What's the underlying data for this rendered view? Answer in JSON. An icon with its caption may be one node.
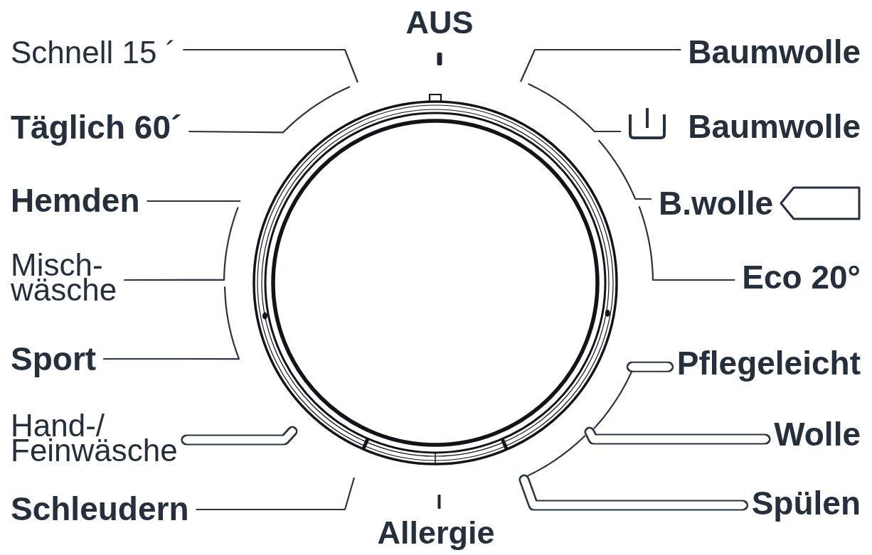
{
  "diagram": {
    "nodes": [
      {
        "text": [
          "Schnell 15 ´"
        ]
      },
      {
        "text": [
          "Täglich 60´"
        ]
      },
      {
        "text": [
          "Hemden"
        ]
      },
      {
        "text": [
          "Misch- wäsche"
        ]
      },
      {
        "text": [
          "Sport"
        ]
      },
      {
        "text": [
          "Hand-/ Feinwäsche"
        ]
      },
      {
        "text": [
          "Schleudern"
        ]
      },
      {
        "text": [
          "Baumwolle"
        ]
      },
      {
        "text": [
          "Baumwolle"
        ]
      },
      {
        "text": [
          "B.wolle"
        ]
      },
      {
        "text": [
          "Eco 20°"
        ]
      },
      {
        "text": [
          "Pflegeleicht"
        ]
      },
      {
        "text": [
          "Wolle"
        ]
      },
      {
        "text": [
          "Spülen"
        ]
      },
      {
        "text": [],
        "shape": "arc"
      },
      {
        "text": [],
        "shape": "arc"
      }
    ],
    "edges": [
      {
        "from": 0,
        "to": null,
        "arrow": "none"
      },
      {
        "from": 1,
        "to": null,
        "arrow": "none"
      },
      {
        "from": 2,
        "to": null,
        "arrow": "none"
      },
      {
        "from": 3,
        "to": null,
        "arrow": "none"
      },
      {
        "from": 4,
        "to": null,
        "arrow": "none"
      },
      {
        "from": 5,
        "to": null,
        "arrow": "none",
        "style": "thick"
      },
      {
        "from": 6,
        "to": null,
        "arrow": "none"
      },
      {
        "from": 7,
        "to": null,
        "arrow": "none"
      },
      {
        "from": 8,
        "to": null,
        "arrow": "none"
      },
      {
        "from": 9,
        "to": null,
        "arrow": "none"
      },
      {
        "from": 10,
        "to": null,
        "arrow": "none"
      },
      {
        "from": 11,
        "to": 14,
        "arrow": "none",
        "style": "thick"
      },
      {
        "from": 12,
        "to": 14,
        "arrow": "none",
        "style": "thick"
      },
      {
        "from": 13,
        "to": 15,
        "arrow": "none",
        "style": "thick"
      }
    ],
    "labels": [
      "AUS",
      "Allergie"
    ]
  }
}
